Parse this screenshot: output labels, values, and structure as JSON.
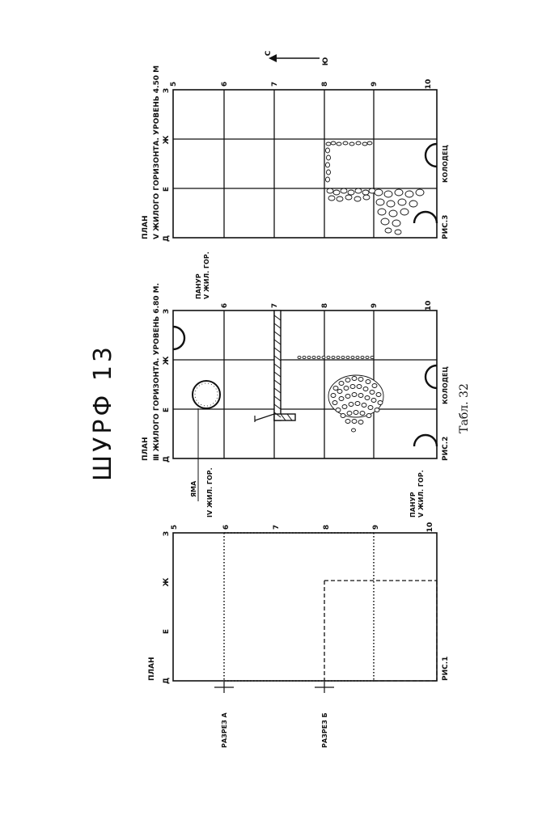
{
  "title": "ШУРФ 13",
  "table_label": "Табл. 32",
  "north_arrow": {
    "north": "С",
    "south": "Ю"
  },
  "fig1": {
    "plan_label": "ПЛАН",
    "fig_label": "РИС.1",
    "row_letters": [
      "З",
      "Ж",
      "Е",
      "Д"
    ],
    "col_numbers": [
      "5",
      "6",
      "7",
      "8",
      "9",
      "10"
    ],
    "section_a": "РАЗРЕЗ А",
    "section_b": "РАЗРЕЗ Б"
  },
  "fig2": {
    "plan_line1": "ПЛАН",
    "plan_line2": "Ⅲ ЖИЛОГО ГОРИЗОНТА. УРОВЕНЬ 6.80 М.",
    "fig_label": "РИС.2",
    "row_letters": [
      "З",
      "Ж",
      "Е",
      "Д"
    ],
    "col_numbers": [
      "6",
      "7",
      "8",
      "9",
      "10"
    ],
    "pithos_top_line1": "ПАНУР",
    "pithos_top_line2": "V ЖИЛ. ГОР.",
    "pithos_bottom_line1": "ПАНУР",
    "pithos_bottom_line2": "V ЖИЛ. ГОР.",
    "well_label": "КОЛОДЕЦ",
    "pit_line1": "ЯМА",
    "pit_line2": "IV ЖИЛ. ГОР."
  },
  "fig3": {
    "plan_line1": "ПЛАН",
    "plan_line2": "Ⅴ ЖИЛОГО ГОРИЗОНТА. УРОВЕНЬ 4.50 М",
    "fig_label": "РИС.3",
    "row_letters": [
      "З",
      "Ж",
      "Е",
      "Д"
    ],
    "col_numbers": [
      "5",
      "6",
      "7",
      "8",
      "9",
      "10"
    ],
    "well_label": "КОЛОДЕЦ"
  }
}
